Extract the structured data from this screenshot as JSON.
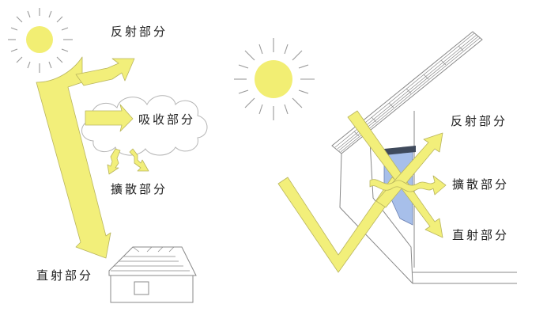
{
  "colors": {
    "sun_fill": "#F2EE73",
    "arrow_fill": "#F2EF7A",
    "arrow_stroke": "#B9B55E",
    "line": "#888888",
    "cloud_stroke": "#B5B5B5",
    "window_glass": "#A7BFEA",
    "text": "#222222"
  },
  "left_panel": {
    "reflected_label": "反射部分",
    "absorbed_label": "吸收部分",
    "diffused_label": "擴散部分",
    "direct_label": "直射部分"
  },
  "right_panel": {
    "reflected_label": "反射部分",
    "diffused_label": "擴散部分",
    "direct_label": "直射部分"
  }
}
